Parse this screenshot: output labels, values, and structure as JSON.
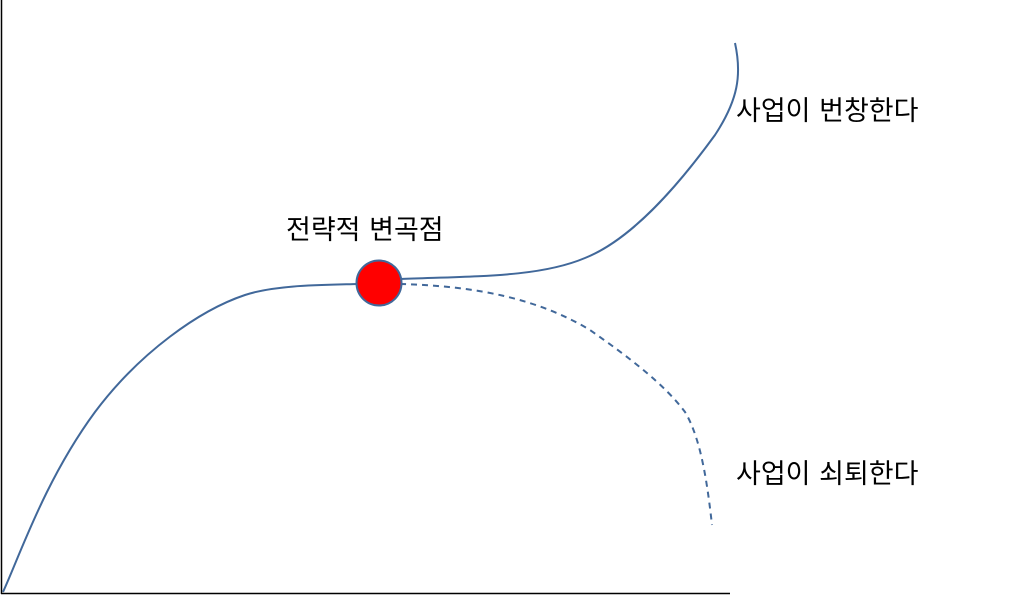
{
  "labels": {
    "inflection_point": "전략적 변곡점",
    "growth_path": "사업이 번창한다",
    "decline_path": "사업이 쇠퇴한다"
  },
  "colors": {
    "curve": "#41689a",
    "marker_fill": "#ff0000",
    "marker_stroke": "#41689a",
    "axis": "#000000"
  }
}
